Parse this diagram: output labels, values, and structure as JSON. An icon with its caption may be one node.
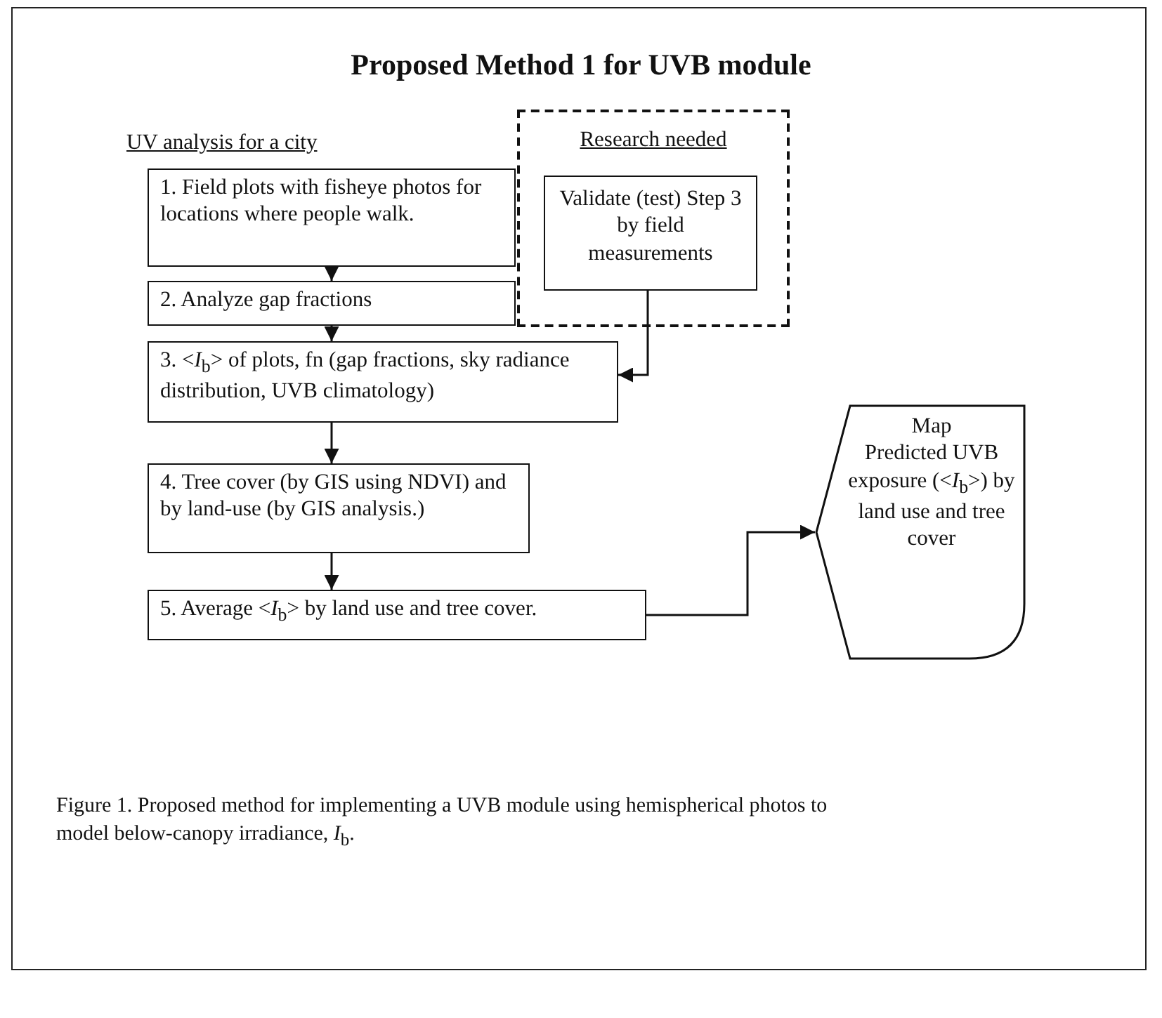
{
  "diagram": {
    "title": "Proposed Method 1 for UVB module",
    "nodes": [
      {
        "text": [
          "1. Field plots with fisheye photos for locations where people walk."
        ]
      },
      {
        "text": [
          "2. Analyze gap fractions"
        ]
      },
      {
        "text": [
          "Research needed"
        ]
      },
      {
        "text": [
          "Validate (test) Step 3 by field measurements"
        ],
        "in": 2
      },
      {
        "text": [
          "3. <*I*$_{b}$> of plots, fn (gap fractions, sky radiance distribution, UVB climatology)"
        ]
      },
      {
        "text": [
          "4. Tree cover (by GIS using NDVI) and by land-use (by GIS analysis.)"
        ]
      },
      {
        "text": [
          "5. Average <*I*$_{b}$> by land use and tree cover."
        ]
      },
      {
        "text": [
          "Map",
          "Predicted UVB exposure (<*I*$_{b}$>) by land use and tree cover"
        ]
      }
    ],
    "edges": [
      {
        "from": 0,
        "to": 1,
        "arrow": "to"
      },
      {
        "from": 1,
        "to": 4,
        "arrow": "to"
      },
      {
        "from": 3,
        "to": 4,
        "arrow": "to"
      },
      {
        "from": 4,
        "to": 5,
        "arrow": "to"
      },
      {
        "from": 5,
        "to": 6,
        "arrow": "to"
      },
      {
        "from": 6,
        "to": 7,
        "arrow": "to"
      }
    ],
    "labels": [
      "UV analysis for a city"
    ],
    "caption": "Figure 1. Proposed method for implementing a UVB module using hemispherical photos to model below-canopy irradiance, *I*$_{b}$."
  }
}
